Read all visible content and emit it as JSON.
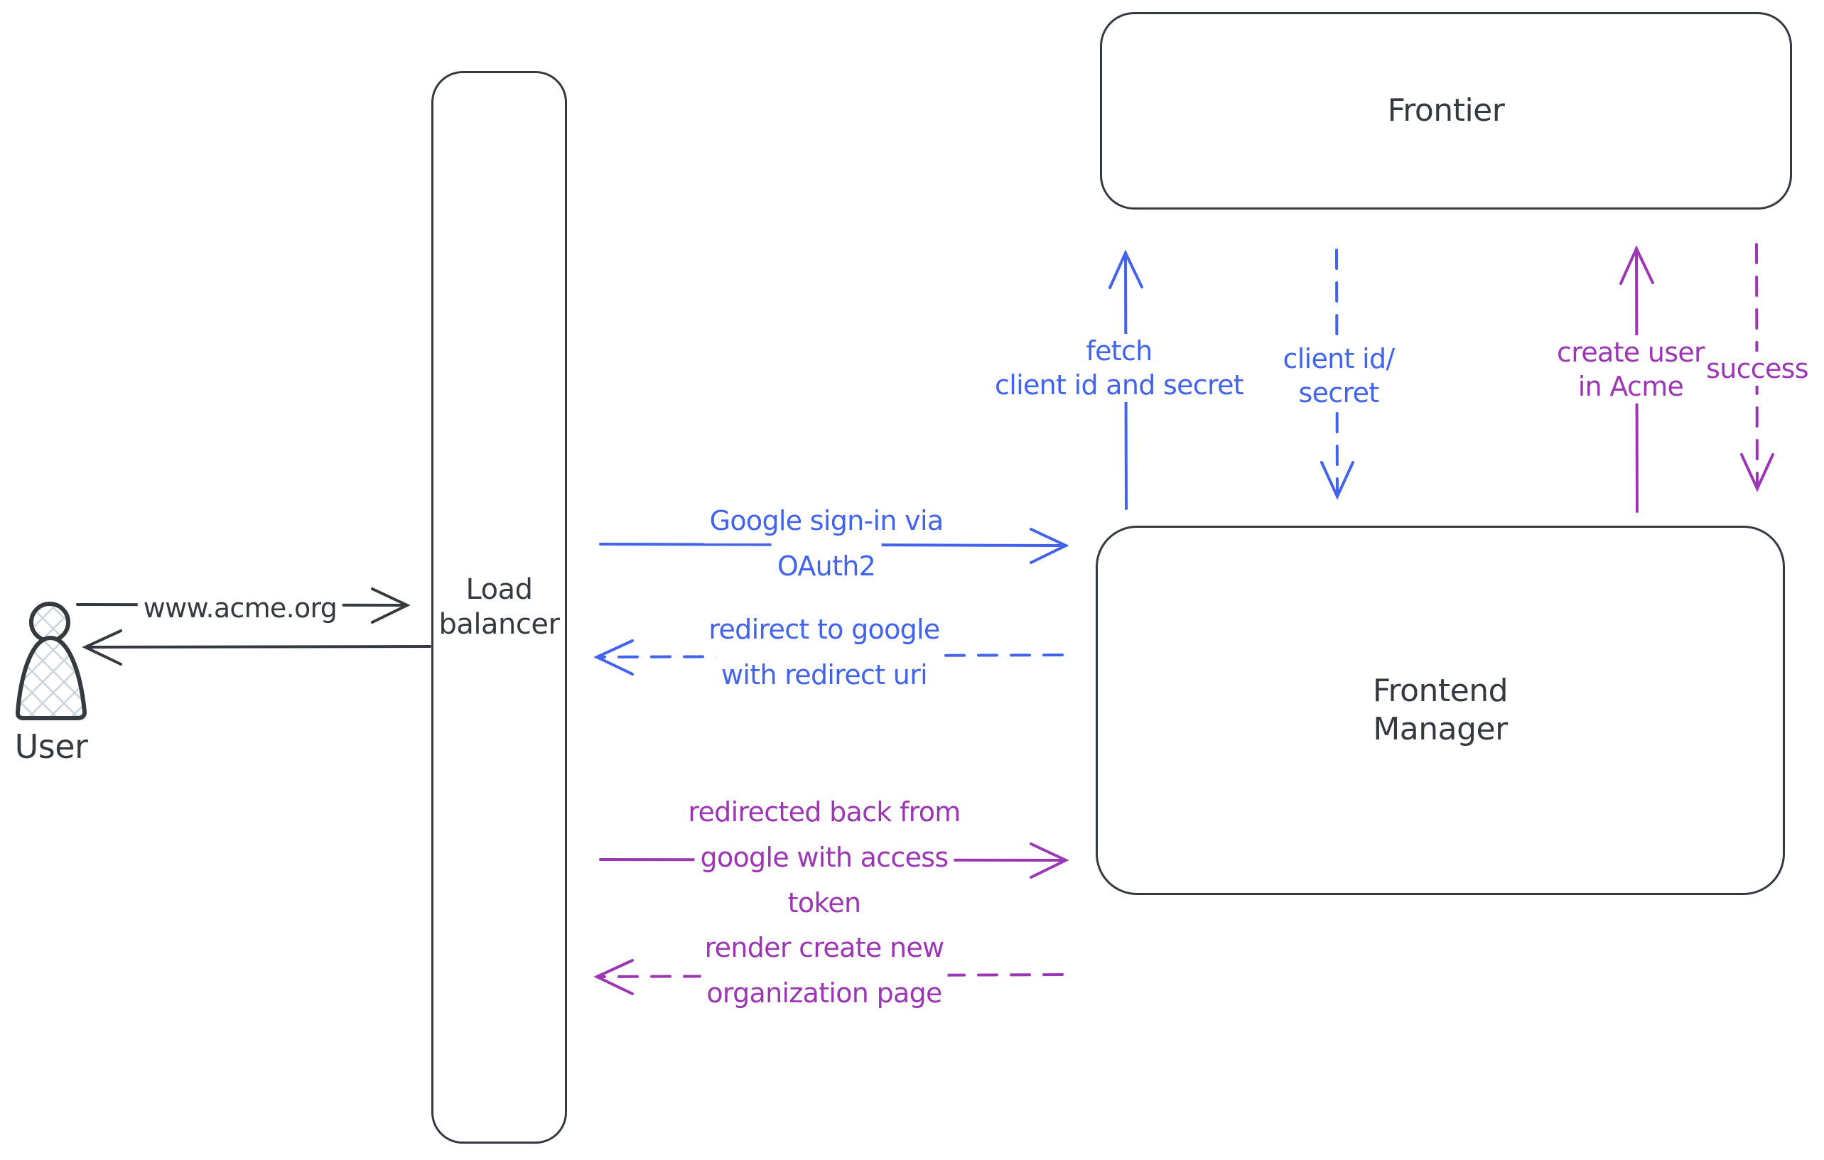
{
  "colors": {
    "ink": "#343a40",
    "blue": "#4263eb",
    "purple": "#9c36b5",
    "hatch_fill": "#ccd4dd"
  },
  "nodes": {
    "user": {
      "label": "User"
    },
    "load_balancer": {
      "line1": "Load",
      "line2": "balancer"
    },
    "frontier": {
      "label": "Frontier"
    },
    "frontend_manager": {
      "line1": "Frontend",
      "line2": "Manager"
    }
  },
  "edges": {
    "user_request": {
      "label": "www.acme.org"
    },
    "google_signin": {
      "line1": "Google sign-in via",
      "line2": "OAuth2"
    },
    "redirect_google": {
      "line1": "redirect to google",
      "line2": "with redirect uri"
    },
    "fetch_client": {
      "line1": "fetch",
      "line2": "client id and secret"
    },
    "client_id_secret": {
      "line1": "client id/",
      "line2": "secret"
    },
    "redirected_back": {
      "line1": "redirected back from",
      "line2": "google with access",
      "line3": "token"
    },
    "render_page": {
      "line1": "render create new",
      "line2": "organization page"
    },
    "create_user": {
      "line1": "create user",
      "line2": "in Acme"
    },
    "success": {
      "label": "success"
    }
  }
}
